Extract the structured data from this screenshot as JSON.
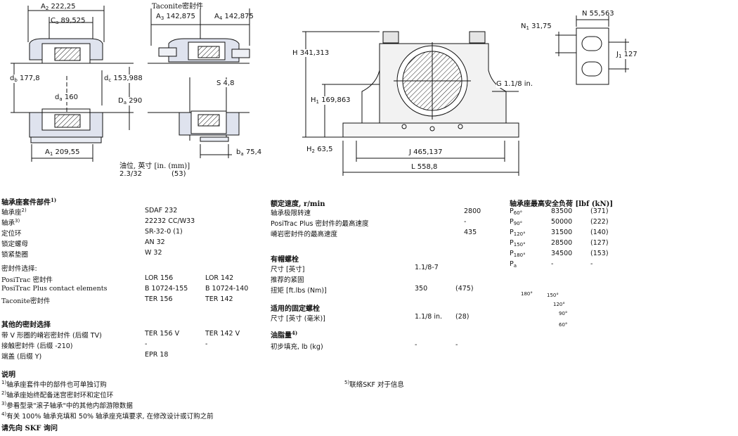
{
  "drawings": {
    "dims": {
      "A2": "222,25",
      "Ca": "89,525",
      "db": "177,8",
      "dc": "153,988",
      "da": "160",
      "Da": "290",
      "A1": "209,55",
      "taconite_label": "Taconite密封件",
      "A3": "142,875",
      "A4": "142,875",
      "S": "4,8",
      "ba": "75,4",
      "H": "341,313",
      "H1": "169,863",
      "H2": "63,5",
      "G": "1.1/8 in.",
      "J": "465,137",
      "L": "558,8",
      "N1": "31,75",
      "N": "55,563",
      "J1": "127"
    },
    "oil": {
      "label": "油位, 英寸 [in. (mm)]",
      "value": "2.3/32",
      "mm": "(53)"
    }
  },
  "housing": {
    "title": "轴承座套件部件",
    "title_sup": "1)",
    "rows": [
      {
        "label": "轴承座",
        "sup": "2)",
        "v1": "SDAF 232",
        "v2": ""
      },
      {
        "label": "轴承",
        "sup": "3)",
        "v1": "22232 CC/W33",
        "v2": ""
      },
      {
        "label": "定位环",
        "sup": "",
        "v1": "SR-32-0 (1)",
        "v2": ""
      },
      {
        "label": "锁定螺母",
        "sup": "",
        "v1": "AN 32",
        "v2": ""
      },
      {
        "label": "锁紧垫圈",
        "sup": "",
        "v1": "W 32",
        "v2": ""
      }
    ],
    "seal_title": "密封件选择:",
    "seal_rows": [
      {
        "label": "PosiTrac 密封件",
        "v1": "LOR 156",
        "v2": "LOR 142"
      },
      {
        "label": "PosiTrac Plus contact elements",
        "v1": "B 10724-155",
        "v2": "B 10724-140"
      },
      {
        "label": "Taconite密封件",
        "v1": "TER 156",
        "v2": "TER 142"
      }
    ],
    "other_title": "其他的密封选择",
    "other_rows": [
      {
        "label": "带 V 形圈的嵴岩密封件 (后缀 TV)",
        "v1": "TER 156 V",
        "v2": "TER 142 V"
      },
      {
        "label": "接触密封件 (后缀 -210)",
        "v1": "-",
        "v2": "-"
      },
      {
        "label": "端盖 (后缀 Y)",
        "v1": "EPR 18",
        "v2": ""
      }
    ]
  },
  "speed": {
    "title": "额定速度, r/min",
    "rows": [
      {
        "label": "轴承极限转速",
        "v": "2800"
      },
      {
        "label": "PosiTrac Plus 密封件的最高速度",
        "v": "-"
      },
      {
        "label": "嵴岩密封件的最高速度",
        "v": "435"
      }
    ],
    "cap_title": "有帽螺栓",
    "cap_rows": [
      {
        "label": "尺寸 [英寸]",
        "v1": "1.1/8-7",
        "v2": ""
      },
      {
        "label": "推荐的紧固",
        "v1": "",
        "v2": ""
      },
      {
        "label": "扭矩 [ft.lbs (Nm)]",
        "v1": "350",
        "v2": "(475)"
      }
    ],
    "fix_title": "适用的固定螺栓",
    "fix_rows": [
      {
        "label": "尺寸 [英寸 (毫米)]",
        "v1": "1.1/8 in.",
        "v2": "(28)"
      }
    ],
    "grease_title": "油脂量",
    "grease_sup": "4)",
    "grease_rows": [
      {
        "label": "初步填充, lb (kg)",
        "v1": "-",
        "v2": "-"
      }
    ]
  },
  "loads": {
    "title": "轴承座最高安全负荷 [lbf (kN)]",
    "rows": [
      {
        "p": "P",
        "sub": "60°",
        "v1": "83500",
        "v2": "(371)"
      },
      {
        "p": "P",
        "sub": "90°",
        "v1": "50000",
        "v2": "(222)"
      },
      {
        "p": "P",
        "sub": "120°",
        "v1": "31500",
        "v2": "(140)"
      },
      {
        "p": "P",
        "sub": "150°",
        "v1": "28500",
        "v2": "(127)"
      },
      {
        "p": "P",
        "sub": "180°",
        "v1": "34500",
        "v2": "(153)"
      },
      {
        "p": "P",
        "sub": "a",
        "v1": "-",
        "v2": "-"
      }
    ],
    "angles": [
      "180°",
      "150°",
      "120°",
      "90°",
      "60°"
    ]
  },
  "notes": {
    "title": "说明",
    "items": [
      {
        "n": "1)",
        "t": "轴承座套件中的部件也可单独订购"
      },
      {
        "n": "2)",
        "t": "轴承座始终配备迷宫密封环和定位环"
      },
      {
        "n": "3)",
        "t": "参看型录\"滚子轴承\"中的其他内部游隙数据"
      },
      {
        "n": "4)",
        "t": "有关 100% 轴承充填和 50% 轴承座充填要求, 在修改设计或订购之前"
      }
    ],
    "contact": "请先向 SKF 询问",
    "note5": {
      "n": "5)",
      "t": "联络SKF 对于信息"
    }
  }
}
